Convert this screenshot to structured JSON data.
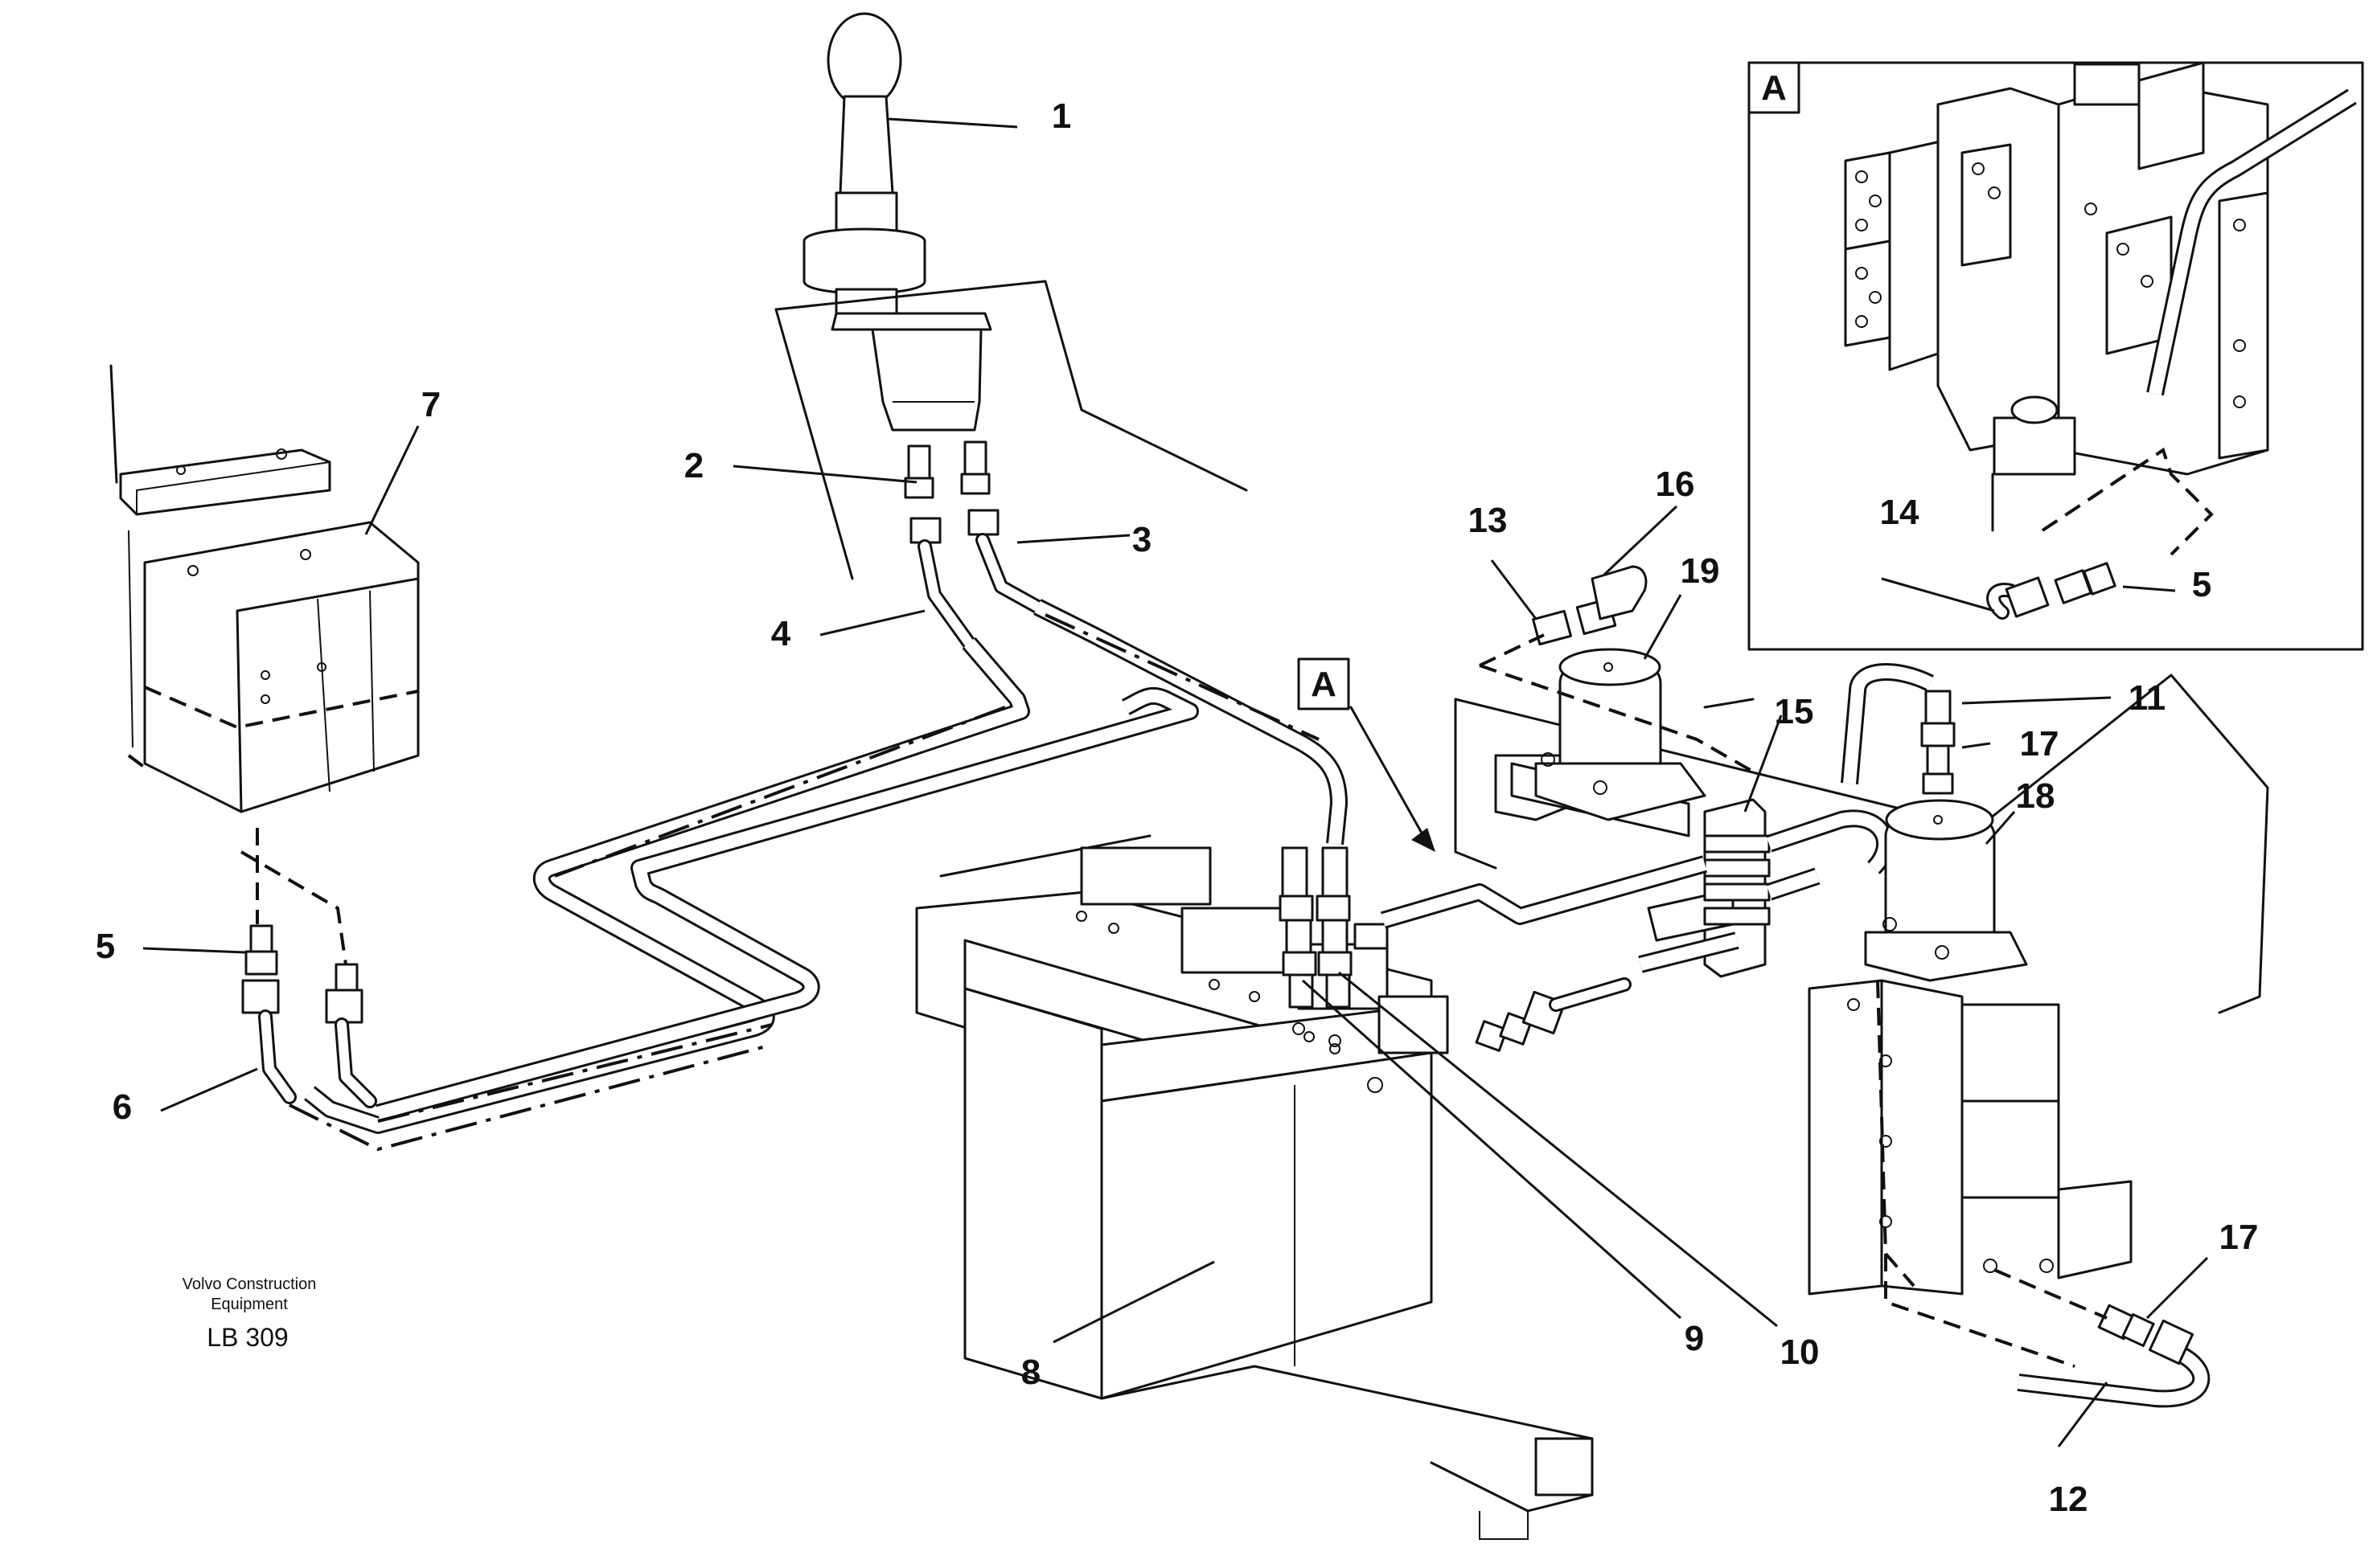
{
  "caption": {
    "line1": "Volvo Construction",
    "line2": "Equipment",
    "code": "LB 309"
  },
  "view_labels": {
    "inset": "A",
    "pointer": "A"
  },
  "callouts": {
    "c1": "1",
    "c2": "2",
    "c3": "3",
    "c4": "4",
    "c5_left": "5",
    "c5_inset": "5",
    "c6": "6",
    "c7": "7",
    "c8": "8",
    "c9": "9",
    "c10": "10",
    "c11": "11",
    "c12": "12",
    "c13": "13",
    "c14": "14",
    "c15": "15",
    "c16": "16",
    "c17_top": "17",
    "c17_bottom": "17",
    "c18": "18",
    "c19": "19"
  }
}
